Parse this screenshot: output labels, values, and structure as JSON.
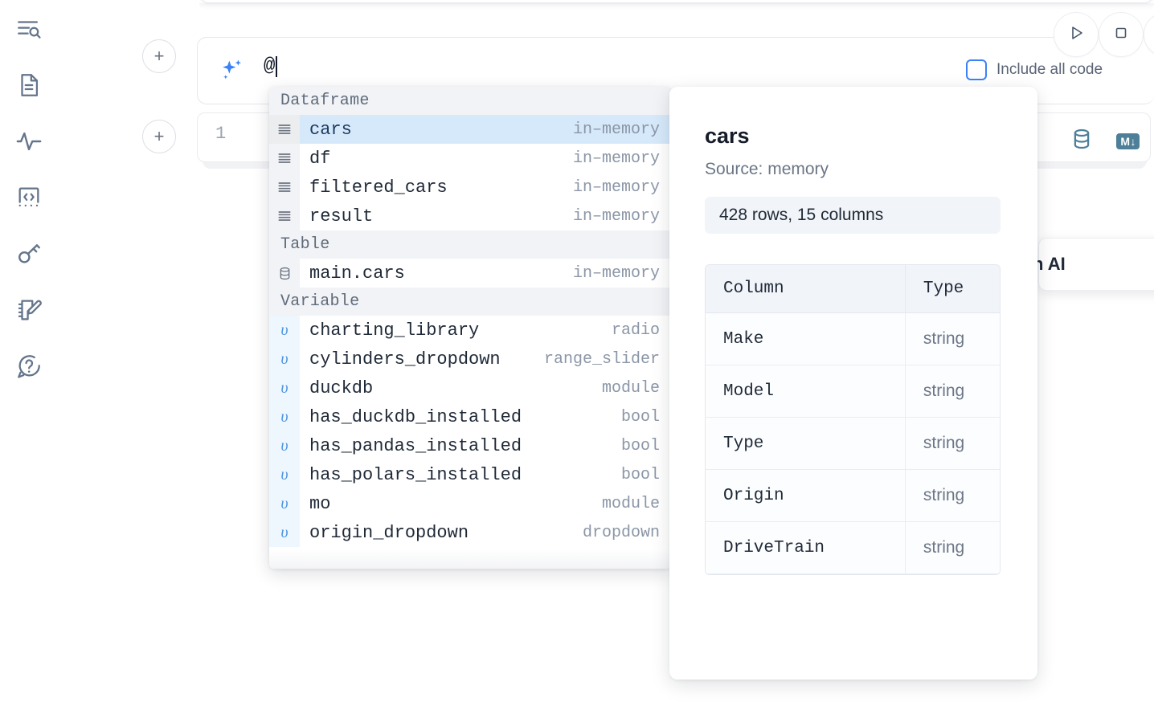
{
  "sidebar": {
    "items": [
      {
        "icon": "outline-search-icon",
        "label": "Outline"
      },
      {
        "icon": "file-document-icon",
        "label": "Notebook files"
      },
      {
        "icon": "activity-pulse-icon",
        "label": "Dependencies"
      },
      {
        "icon": "code-snippet-icon",
        "label": "Snippets"
      },
      {
        "icon": "key-icon",
        "label": "Secrets"
      },
      {
        "icon": "notebook-pencil-icon",
        "label": "Scratchpad"
      },
      {
        "icon": "help-chat-icon",
        "label": "Help"
      }
    ]
  },
  "prompt": {
    "sparkle_icon": "sparkles-icon",
    "value": "@",
    "add_button_label": "+",
    "run_icon": "play-triangle-icon",
    "stop_icon": "stop-square-icon",
    "include_all_code_label": "Include all code",
    "include_all_code_checked": false
  },
  "code_cell": {
    "line_number": "1",
    "database_icon": "database-cylinder-icon",
    "markdown_badge": "M",
    "markdown_badge_arrow": "↓"
  },
  "ai_tooltip": {
    "text": "h AI"
  },
  "autocomplete": {
    "groups": [
      {
        "title": "Dataframe",
        "icon": "dataframe-rows-icon",
        "items": [
          {
            "name": "cars",
            "meta": "in–memory",
            "selected": true
          },
          {
            "name": "df",
            "meta": "in–memory",
            "selected": false
          },
          {
            "name": "filtered_cars",
            "meta": "in–memory",
            "selected": false
          },
          {
            "name": "result",
            "meta": "in–memory",
            "selected": false
          }
        ]
      },
      {
        "title": "Table",
        "icon": "database-cylinder-icon",
        "items": [
          {
            "name": "main.cars",
            "meta": "in–memory",
            "selected": false
          }
        ]
      },
      {
        "title": "Variable",
        "icon": "variable-upsilon-icon",
        "items": [
          {
            "name": "charting_library",
            "meta": "radio",
            "selected": false
          },
          {
            "name": "cylinders_dropdown",
            "meta": "range_slider",
            "selected": false
          },
          {
            "name": "duckdb",
            "meta": "module",
            "selected": false
          },
          {
            "name": "has_duckdb_installed",
            "meta": "bool",
            "selected": false
          },
          {
            "name": "has_pandas_installed",
            "meta": "bool",
            "selected": false
          },
          {
            "name": "has_polars_installed",
            "meta": "bool",
            "selected": false
          },
          {
            "name": "mo",
            "meta": "module",
            "selected": false
          },
          {
            "name": "origin_dropdown",
            "meta": "dropdown",
            "selected": false
          }
        ]
      }
    ]
  },
  "detail_panel": {
    "title": "cars",
    "source": "Source: memory",
    "shape": "428 rows, 15 columns",
    "table": {
      "headers": [
        "Column",
        "Type"
      ],
      "rows": [
        [
          "Make",
          "string"
        ],
        [
          "Model",
          "string"
        ],
        [
          "Type",
          "string"
        ],
        [
          "Origin",
          "string"
        ],
        [
          "DriveTrain",
          "string"
        ]
      ]
    }
  },
  "colors": {
    "accent_blue": "#3b82f6",
    "selection_blue": "#d6e9fb",
    "teal_icon": "#4d7f99",
    "muted_text": "#8b96a7"
  }
}
